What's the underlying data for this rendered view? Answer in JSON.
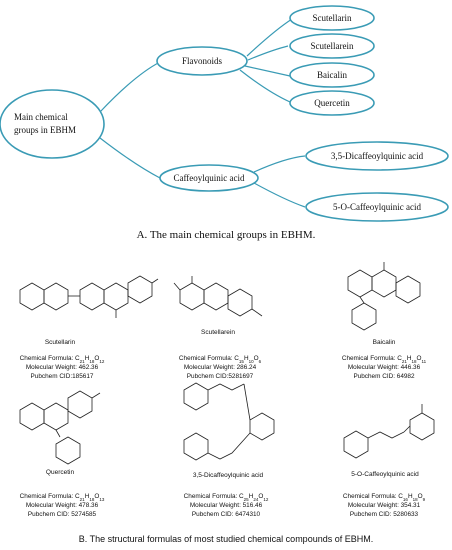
{
  "mindmap": {
    "root": "Main chemical groups in EBHM",
    "root_line1": "Main    chemical",
    "root_line2": "groups in EBHM",
    "groups": [
      {
        "label": "Flavonoids",
        "children": [
          "Scutellarin",
          "Scutellarein",
          "Baicalin",
          "Quercetin"
        ]
      },
      {
        "label": "Caffeoylquinic acid",
        "children": [
          "3,5-Dicaffeoylquinic acid",
          "5-O-Caffeoylquinic acid"
        ]
      }
    ],
    "caption": "A. The main chemical groups in EBHM.",
    "border_color": "#3a9bb5"
  },
  "compounds": [
    {
      "name": "Scutellarin",
      "formula_prefix": "Chemical Formula: C",
      "formula": "C21H18O12",
      "mw_line": "Molecular Weight: 462.36",
      "cid_line": "Pubchem CID:185617"
    },
    {
      "name": "Scutellarein",
      "formula_prefix": "Chemical Formula: C",
      "formula": "C15H10O6",
      "mw_line": "Molecular Weight: 286.24",
      "cid_line": "Pubchem CID:5281697"
    },
    {
      "name": "Baicalin",
      "formula_prefix": "Chemical Formula: C",
      "formula": "C21H18O11",
      "mw_line": "Molecular Weight: 446.36",
      "cid_line": "Pubchem CID: 64982"
    },
    {
      "name": "Quercetin",
      "formula_prefix": "Chemical Formula: C",
      "formula": "C21H18O13",
      "mw_line": "Molecular Weight: 478.36",
      "cid_line": "Pubchem CID: 5274585"
    },
    {
      "name": "3,5-Dicaffeoylquinic acid",
      "formula_prefix": "Chemical Formula: C",
      "formula": "C25H24O12",
      "mw_line": "Molecular Weight: 516.46",
      "cid_line": "Pubchem CID: 6474310"
    },
    {
      "name": "5-O-Caffeoylquinic acid",
      "formula_prefix": "Chemical Formula: C",
      "formula": "C16H18O9",
      "mw_line": "Molecular Weight: 354.31",
      "cid_line": "Pubchem CID: 5280633"
    }
  ],
  "formula_parts": [
    [
      "21",
      "18",
      "12"
    ],
    [
      "15",
      "10",
      "6"
    ],
    [
      "21",
      "18",
      "11"
    ],
    [
      "21",
      "18",
      "13"
    ],
    [
      "25",
      "24",
      "12"
    ],
    [
      "16",
      "18",
      "9"
    ]
  ],
  "caption_b": "B. The structural formulas of most studied chemical compounds of EBHM."
}
